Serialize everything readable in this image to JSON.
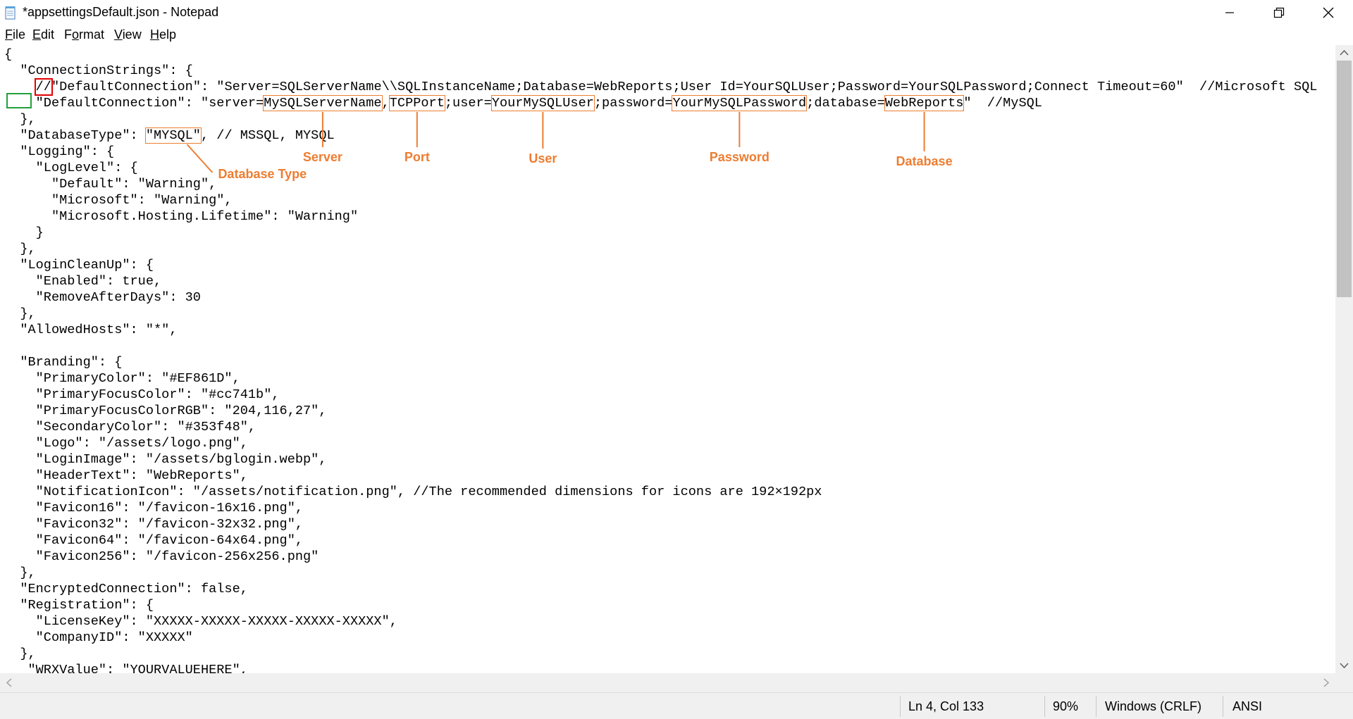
{
  "window": {
    "title": "*appsettingsDefault.json - Notepad",
    "minimize": "—",
    "maximize": "❐",
    "close": "✕"
  },
  "menu": [
    {
      "u": "F",
      "rest": "ile"
    },
    {
      "u": "E",
      "rest": "dit"
    },
    {
      "u": "",
      "rest": "Format",
      "pre": "F",
      "post": "ormat"
    },
    {
      "u": "V",
      "rest": "iew"
    },
    {
      "u": "H",
      "rest": "elp"
    }
  ],
  "editor": {
    "lines": [
      "{",
      "  \"ConnectionStrings\": {",
      "    //\"DefaultConnection\": \"Server=SQLServerName\\\\SQLInstanceName;Database=WebReports;User Id=YourSQLUser;Password=YourSQLPassword;Connect Timeout=60\"  //Microsoft SQL",
      "    \"DefaultConnection\": \"server=MySQLServerName,TCPPort;user=YourMySQLUser;password=YourMySQLPassword;database=WebReports\"  //MySQL",
      "  },",
      "  \"DatabaseType\": \"MYSQL\", // MSSQL, MYSQL",
      "  \"Logging\": {",
      "    \"LogLevel\": {",
      "      \"Default\": \"Warning\",",
      "      \"Microsoft\": \"Warning\",",
      "      \"Microsoft.Hosting.Lifetime\": \"Warning\"",
      "    }",
      "  },",
      "  \"LoginCleanUp\": {",
      "    \"Enabled\": true,",
      "    \"RemoveAfterDays\": 30",
      "  },",
      "  \"AllowedHosts\": \"*\",",
      "",
      "  \"Branding\": {",
      "    \"PrimaryColor\": \"#EF861D\",",
      "    \"PrimaryFocusColor\": \"#cc741b\",",
      "    \"PrimaryFocusColorRGB\": \"204,116,27\",",
      "    \"SecondaryColor\": \"#353f48\",",
      "    \"Logo\": \"/assets/logo.png\",",
      "    \"LoginImage\": \"/assets/bglogin.webp\",",
      "    \"HeaderText\": \"WebReports\",",
      "    \"NotificationIcon\": \"/assets/notification.png\", //The recommended dimensions for icons are 192×192px",
      "    \"Favicon16\": \"/favicon-16x16.png\",",
      "    \"Favicon32\": \"/favicon-32x32.png\",",
      "    \"Favicon64\": \"/favicon-64x64.png\",",
      "    \"Favicon256\": \"/favicon-256x256.png\"",
      "  },",
      "  \"EncryptedConnection\": false,",
      "  \"Registration\": {",
      "    \"LicenseKey\": \"XXXXX-XXXXX-XXXXX-XXXXX-XXXXX\",",
      "    \"CompanyID\": \"XXXXX\"",
      "  },",
      "   \"WRXValue\": \"YOURVALUEHERE\","
    ]
  },
  "annotations": {
    "server": "Server",
    "port": "Port",
    "user": "User",
    "password": "Password",
    "database": "Database",
    "database_type": "Database Type",
    "accent_color": "#ED7D31",
    "comment_marker_color": "#E00000",
    "new_line_marker_color": "#22A03C"
  },
  "status": {
    "position": "Ln 4, Col 133",
    "zoom": "90%",
    "line_endings": "Windows (CRLF)",
    "encoding": "ANSI"
  }
}
